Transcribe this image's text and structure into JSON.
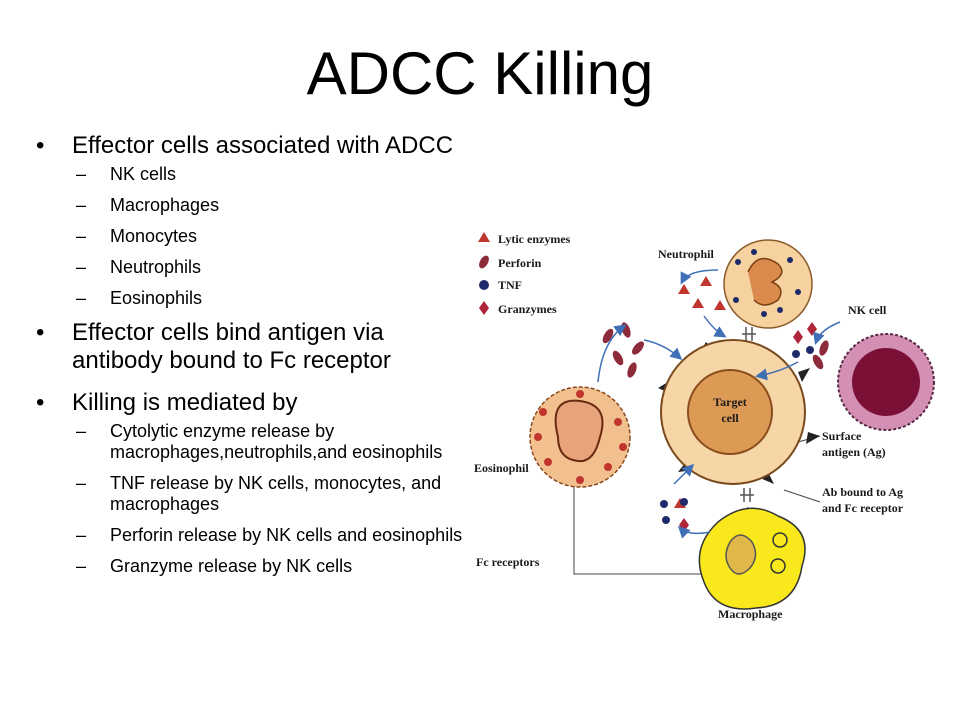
{
  "slide": {
    "title": "ADCC Killing",
    "bullets": [
      {
        "text": "Effector cells associated with ADCC",
        "sub": [
          "NK cells",
          "Macrophages",
          "Monocytes",
          "Neutrophils",
          "Eosinophils"
        ]
      },
      {
        "text": "Effector cells bind antigen via antibody bound to Fc receptor",
        "sub": []
      },
      {
        "text": "Killing is mediated by",
        "sub": [
          "Cytolytic enzyme release by macrophages,neutrophils,and eosinophils",
          "TNF release by NK cells, monocytes, and macrophages",
          "Perforin release by NK cells and eosinophils",
          "Granzyme release by NK cells"
        ]
      }
    ]
  },
  "diagram": {
    "legend": [
      "Lytic enzymes",
      "Perforin",
      "TNF",
      "Granzymes"
    ],
    "labels": {
      "neutrophil": "Neutrophil",
      "nk_cell": "NK cell",
      "target_line1": "Target",
      "target_line2": "cell",
      "eosinophil": "Eosinophil",
      "surface_line1": "Surface",
      "surface_line2": "antigen (Ag)",
      "ab_line1": "Ab bound to Ag",
      "ab_line2": "and Fc receptor",
      "fc_receptors": "Fc receptors",
      "macrophage": "Macrophage"
    },
    "colors": {
      "lytic": "#c0352e",
      "perforin": "#8e2b3a",
      "tnf": "#1f2a6b",
      "granzyme": "#b0243a",
      "target": "#f6d5a6",
      "target_nucleus": "#dc9a55",
      "nk": "#d48fb4",
      "nk_nucleus": "#7a1036",
      "eosinophil": "#f2c08f",
      "neutrophil": "#f5d2a0",
      "macrophage": "#f8e81c",
      "arrow": "#3f6fb5"
    }
  }
}
